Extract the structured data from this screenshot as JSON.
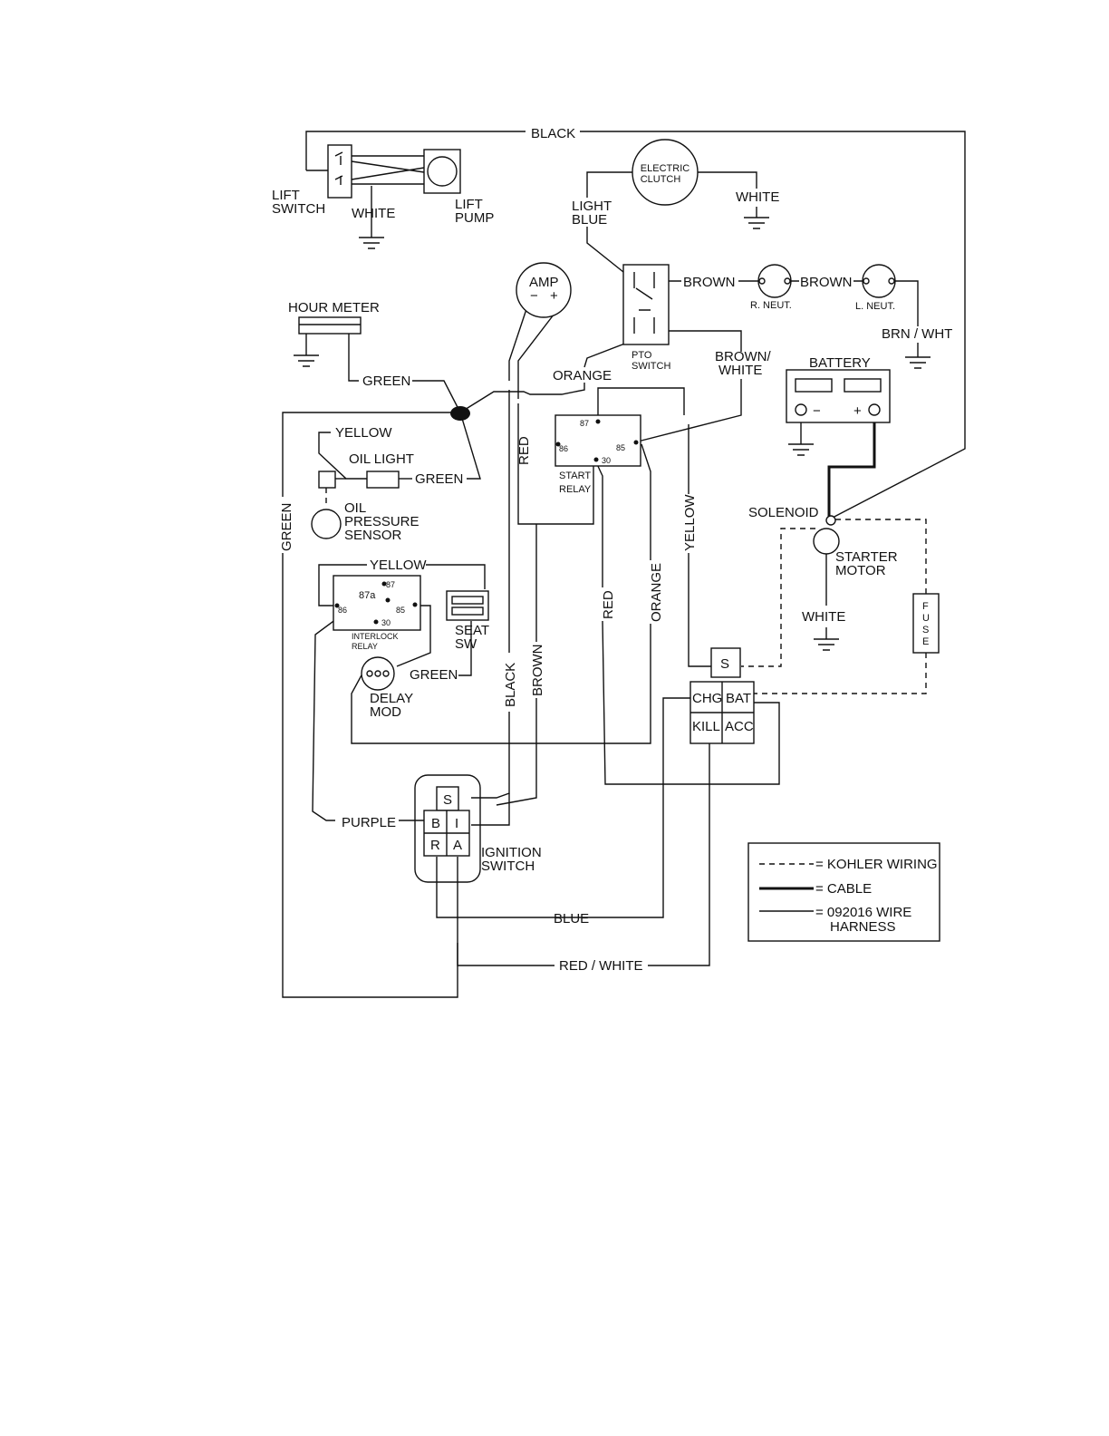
{
  "labels": {
    "black_top": "BLACK",
    "lift_switch": [
      "LIFT",
      "SWITCH"
    ],
    "white_lift": "WHITE",
    "lift_pump": [
      "LIFT",
      "PUMP"
    ],
    "electric_clutch": [
      "ELECTRIC",
      "CLUTCH"
    ],
    "light_blue": [
      "LIGHT",
      "BLUE"
    ],
    "white_clutch": "WHITE",
    "amp": "AMP",
    "amp_minus": "−",
    "amp_plus": "+",
    "brown_1": "BROWN",
    "brown_2": "BROWN",
    "r_neut": "R. NEUT.",
    "l_neut": "L. NEUT.",
    "brn_wht": "BRN / WHT",
    "hour_meter": "HOUR METER",
    "pto_switch": [
      "PTO",
      "SWITCH"
    ],
    "brown_white": [
      "BROWN/",
      "WHITE"
    ],
    "battery": "BATTERY",
    "bat_minus": "−",
    "bat_plus": "+",
    "green_1": "GREEN",
    "orange_1": "ORANGE",
    "yellow_oil": "YELLOW",
    "oil_light": "OIL LIGHT",
    "green_oil": "GREEN",
    "oil_sensor": [
      "OIL",
      "PRESSURE",
      "SENSOR"
    ],
    "red_left": "RED",
    "start_relay": [
      "START",
      "RELAY"
    ],
    "start_relay_pins": {
      "p87": "87",
      "p86": "86",
      "p85": "85",
      "p30": "30"
    },
    "yellow_vert": "YELLOW",
    "solenoid": "SOLENOID",
    "starter_motor": [
      "STARTER",
      "MOTOR"
    ],
    "green_vert": "GREEN",
    "yellow_interlock": "YELLOW",
    "interlock_pins": {
      "p87": "87",
      "p87a": "87a",
      "p86": "86",
      "p85": "85",
      "p30": "30"
    },
    "interlock_relay": [
      "INTERLOCK",
      "RELAY"
    ],
    "seat_sw": [
      "SEAT",
      "SW"
    ],
    "red_mid": "RED",
    "orange_vert": "ORANGE",
    "white_starter": "WHITE",
    "fuse": [
      "F",
      "U",
      "S",
      "E"
    ],
    "green_delay": "GREEN",
    "delay_mod": [
      "DELAY",
      "MOD"
    ],
    "black_vert": "BLACK",
    "brown_vert": "BROWN",
    "term_s": "S",
    "term_chg": "CHG",
    "term_bat": "BAT",
    "term_kill": "KILL",
    "term_acc": "ACC",
    "ign_s": "S",
    "ign_b": "B",
    "ign_i": "I",
    "ign_r": "R",
    "ign_a": "A",
    "purple": "PURPLE",
    "ignition_switch": [
      "IGNITION",
      "SWITCH"
    ],
    "blue": "BLUE",
    "red_white": "RED / WHITE"
  },
  "legend": {
    "kohler": "= KOHLER WIRING",
    "cable": "= CABLE",
    "harness": [
      "= 092016 WIRE",
      "HARNESS"
    ]
  }
}
